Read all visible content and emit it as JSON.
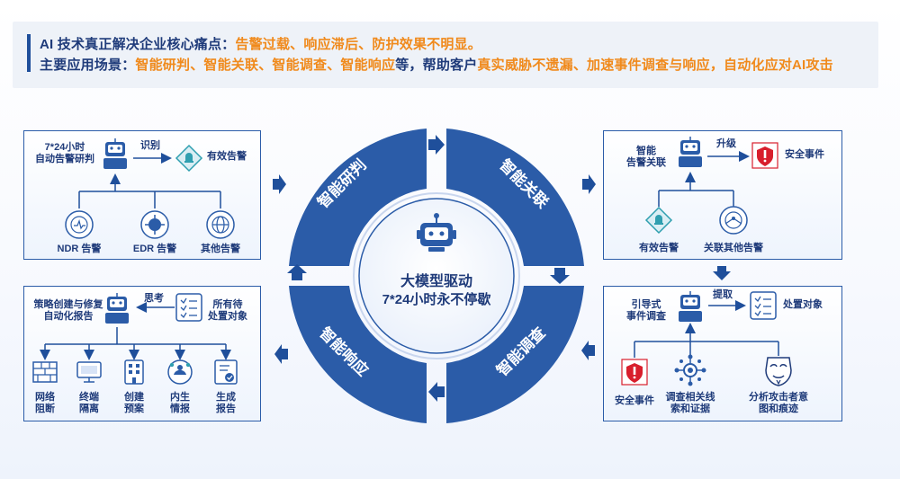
{
  "banner": {
    "line1": {
      "label": "AI 技术真正解决企业核心痛点：",
      "highlight": "告警过载、响应滞后、防护效果不明显。"
    },
    "line2": {
      "label": "主要应用场景：",
      "h1": "智能研判、智能关联、智能调查、智能响应",
      "mid": "等，帮助客户",
      "h2": "真实威胁不遗漏、加速事件调查与响应，自动化应对AI攻击"
    }
  },
  "center": {
    "line1": "大模型驱动",
    "line2": "7*24小时永不停歇"
  },
  "ring": {
    "top_left": "智能研判",
    "top_right": "智能关联",
    "bottom_right": "智能调查",
    "bottom_left": "智能响应"
  },
  "panel_top_left": {
    "title": "7*24小时\n自动告警研判",
    "arrow_label": "识别",
    "target": "有效告警",
    "sources": [
      "NDR 告警",
      "EDR 告警",
      "其他告警"
    ]
  },
  "panel_top_right": {
    "title": "智能\n告警关联",
    "arrow_label": "升级",
    "target": "安全事件",
    "sources": [
      "有效告警",
      "关联其他告警"
    ]
  },
  "panel_bottom_right": {
    "title": "引导式\n事件调查",
    "arrow_label": "提取",
    "target": "处置对象",
    "sources": [
      "安全事件",
      "调查相关线\n索和证据",
      "分析攻击者意\n图和痕迹"
    ]
  },
  "panel_bottom_left": {
    "title": "策略创建与修复\n自动化报告",
    "arrow_label": "思考",
    "target": "所有待\n处置对象",
    "actions": [
      "网络\n阻断",
      "终端\n隔离",
      "创建\n预案",
      "内生\n情报",
      "生成\n报告"
    ]
  },
  "colors": {
    "primary": "#1f4f9b",
    "dark": "#1f3b7a",
    "accent": "#f08a1c",
    "alert_red": "#d81e2c",
    "teal": "#2f9fb0"
  }
}
